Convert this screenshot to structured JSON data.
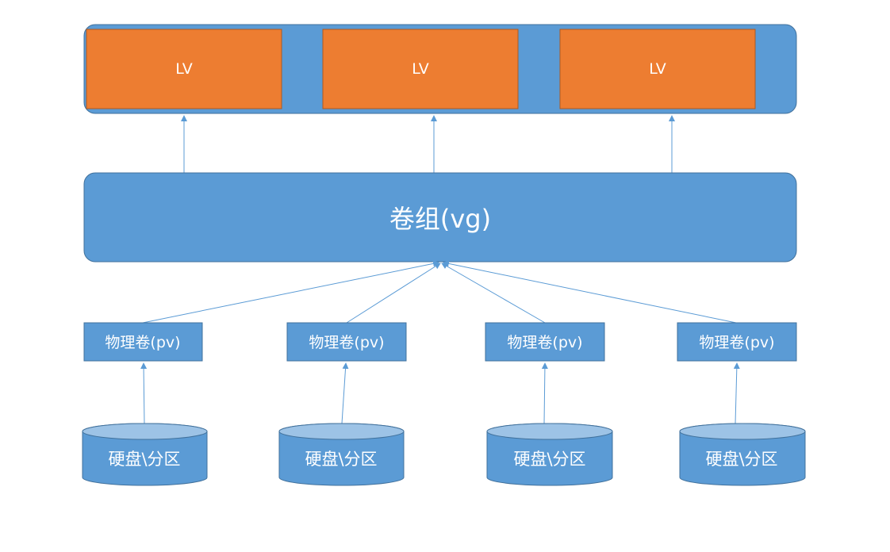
{
  "lv_group": {
    "items": [
      {
        "label": "LV"
      },
      {
        "label": "LV"
      },
      {
        "label": "LV"
      }
    ]
  },
  "vg": {
    "label": "卷组(vg)"
  },
  "pv": {
    "items": [
      {
        "label": "物理卷(pv)"
      },
      {
        "label": "物理卷(pv)"
      },
      {
        "label": "物理卷(pv)"
      },
      {
        "label": "物理卷(pv)"
      }
    ]
  },
  "disk": {
    "items": [
      {
        "label": "硬盘\\分区"
      },
      {
        "label": "硬盘\\分区"
      },
      {
        "label": "硬盘\\分区"
      },
      {
        "label": "硬盘\\分区"
      }
    ]
  },
  "colors": {
    "blue_fill": "#5b9bd5",
    "blue_stroke": "#41719c",
    "orange_fill": "#ed7d31",
    "orange_stroke": "#ae5a21",
    "cylinder_top": "#9dc3e6",
    "connector": "#5b9bd5"
  }
}
